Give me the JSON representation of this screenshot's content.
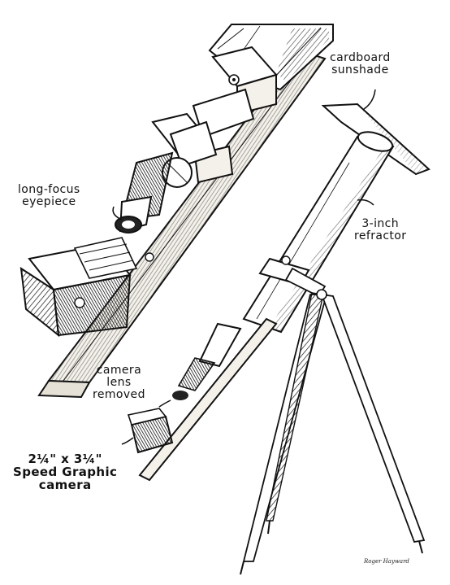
{
  "labels": {
    "sunshade": [
      "cardboard",
      "sunshade"
    ],
    "eyepiece": [
      "long-focus",
      "eyepiece"
    ],
    "refractor": [
      "3-inch",
      "refractor"
    ],
    "lens_removed": [
      "camera",
      "lens",
      "removed"
    ],
    "camera": [
      "2¼\" x 3¼\"",
      "Speed Graphic",
      "camera"
    ]
  },
  "signature": "Roger Hayward",
  "colors": {
    "ink": "#111111",
    "paper": "#ffffff",
    "wood": "#f4f1ea"
  }
}
